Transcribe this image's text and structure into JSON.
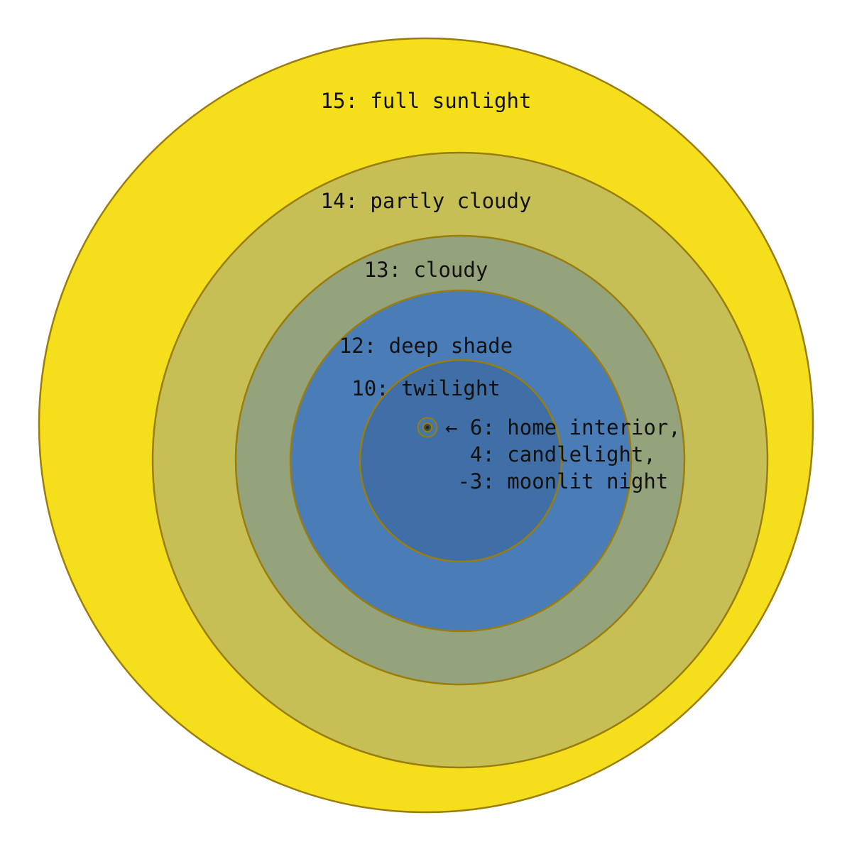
{
  "diagram": {
    "rings": [
      {
        "value": 15,
        "label": "15: full sunlight",
        "color": "#F5DF1C"
      },
      {
        "value": 14,
        "label": "14: partly cloudy",
        "color": "#C5BF55"
      },
      {
        "value": 13,
        "label": "13: cloudy",
        "color": "#95A37D"
      },
      {
        "value": 12,
        "label": "12: deep shade",
        "color": "#4A7CB8"
      },
      {
        "value": 10,
        "label": "10: twilight",
        "color": "#3F6FA6"
      }
    ],
    "ring_stroke": "#9A7D0B",
    "text_color": "#111111",
    "background": "#FFFFFF",
    "center_marker": {
      "outer_color": "#4577AE",
      "middle_color": "#3C4A45",
      "dot_color": "#20251F",
      "annotation_lines": [
        "← 6: home interior,",
        "  4: candlelight,",
        " -3: moonlit night"
      ]
    }
  }
}
